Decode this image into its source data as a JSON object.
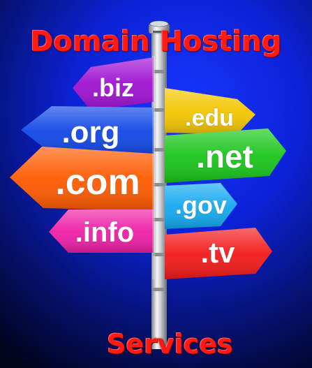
{
  "heading": {
    "title": "Domain Hosting",
    "subtitle": "Services"
  },
  "signs": [
    {
      "key": "biz",
      "label": ".biz",
      "color": "#9f11d2"
    },
    {
      "key": "edu",
      "label": ".edu",
      "color": "#f2c600"
    },
    {
      "key": "org",
      "label": ".org",
      "color": "#1147e6"
    },
    {
      "key": "net",
      "label": ".net",
      "color": "#19c51a"
    },
    {
      "key": "com",
      "label": ".com",
      "color": "#ff5a00"
    },
    {
      "key": "gov",
      "label": ".gov",
      "color": "#14a9f0"
    },
    {
      "key": "info",
      "label": ".info",
      "color": "#ee1fa7"
    },
    {
      "key": "tv",
      "label": ".tv",
      "color": "#f21a1a"
    }
  ],
  "colors": {
    "title_red": "#ff1a14",
    "background_blue": "#0c22d8"
  }
}
